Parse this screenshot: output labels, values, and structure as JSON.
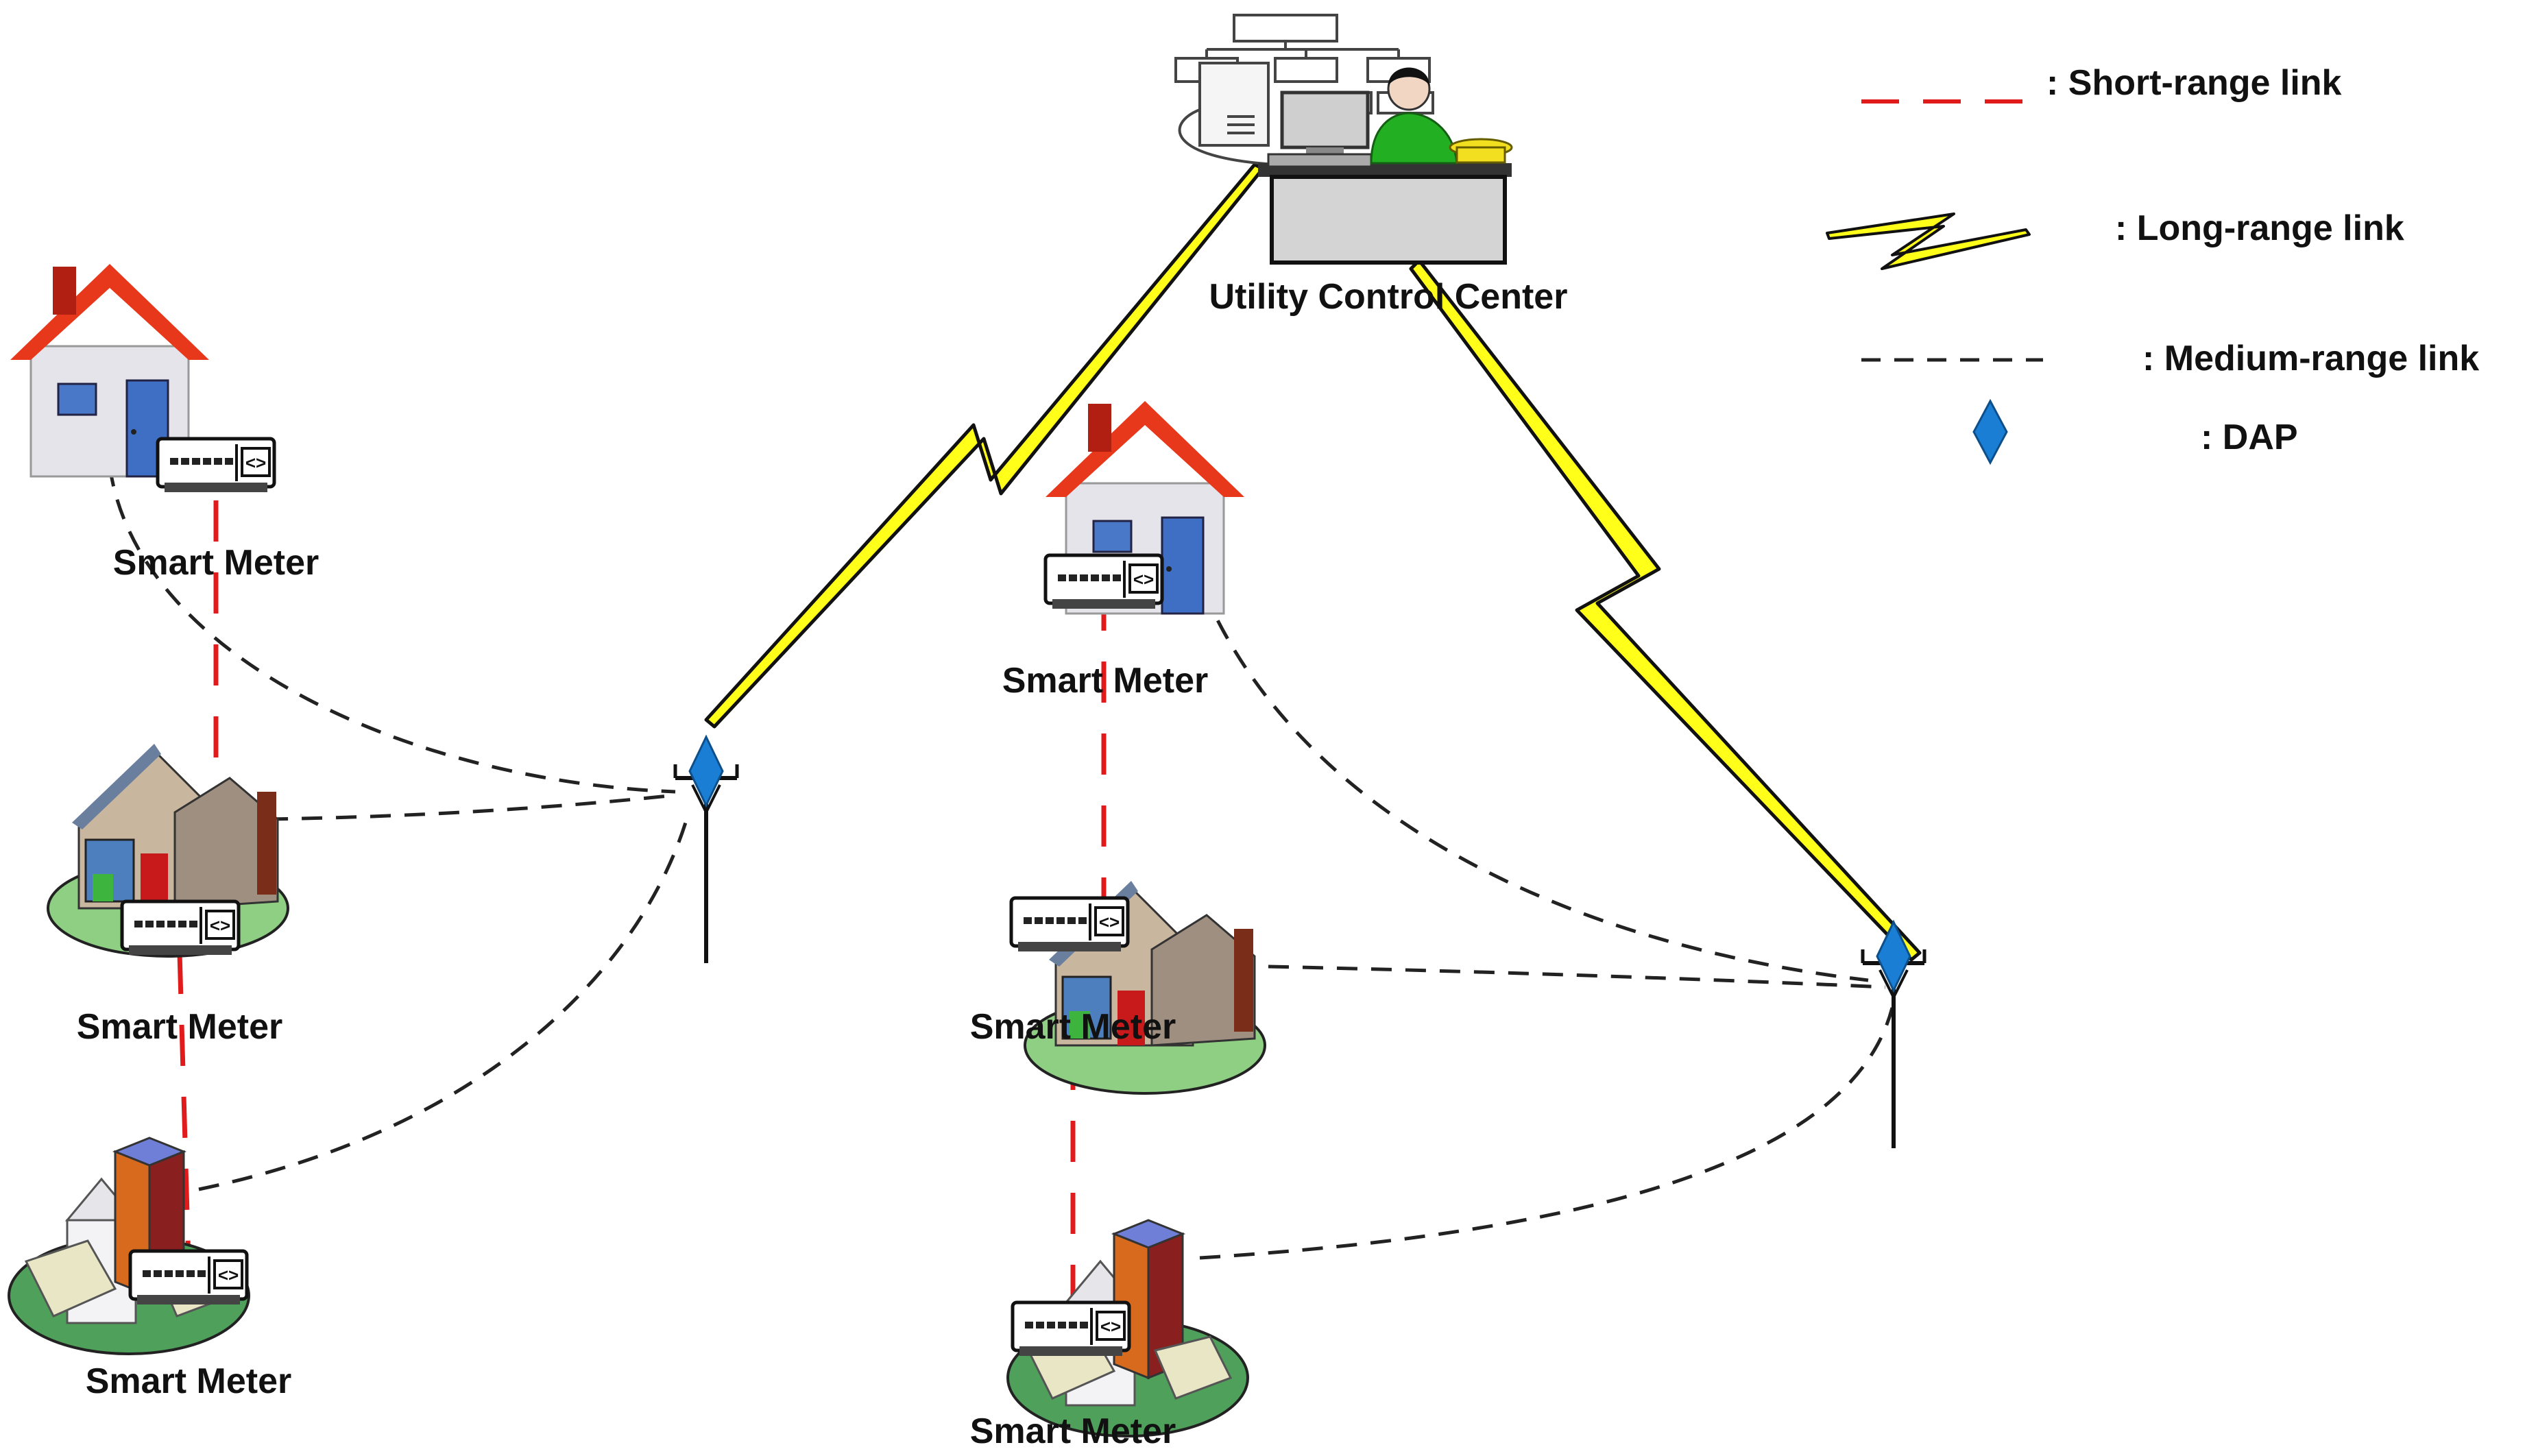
{
  "title": "",
  "control_center": {
    "label": "Utility Control Center"
  },
  "nodes": [
    {
      "id": "meter-1",
      "label": "Smart Meter"
    },
    {
      "id": "meter-2",
      "label": "Smart Meter"
    },
    {
      "id": "meter-3",
      "label": "Smart Meter"
    },
    {
      "id": "meter-4",
      "label": "Smart Meter"
    },
    {
      "id": "meter-5",
      "label": "Smart Meter"
    },
    {
      "id": "meter-6",
      "label": "Smart Meter"
    }
  ],
  "legend": {
    "short_range": ": Short-range link",
    "long_range": ": Long-range link",
    "medium_range": ": Medium-range link",
    "dap": ": DAP"
  },
  "colors": {
    "short_range_link": "#e11b1b",
    "long_range_link": "#ffff1a",
    "medium_range_link": "#222222",
    "dap": "#1a7fd4",
    "roof": "#e63b1f",
    "operator": "#22b022"
  }
}
